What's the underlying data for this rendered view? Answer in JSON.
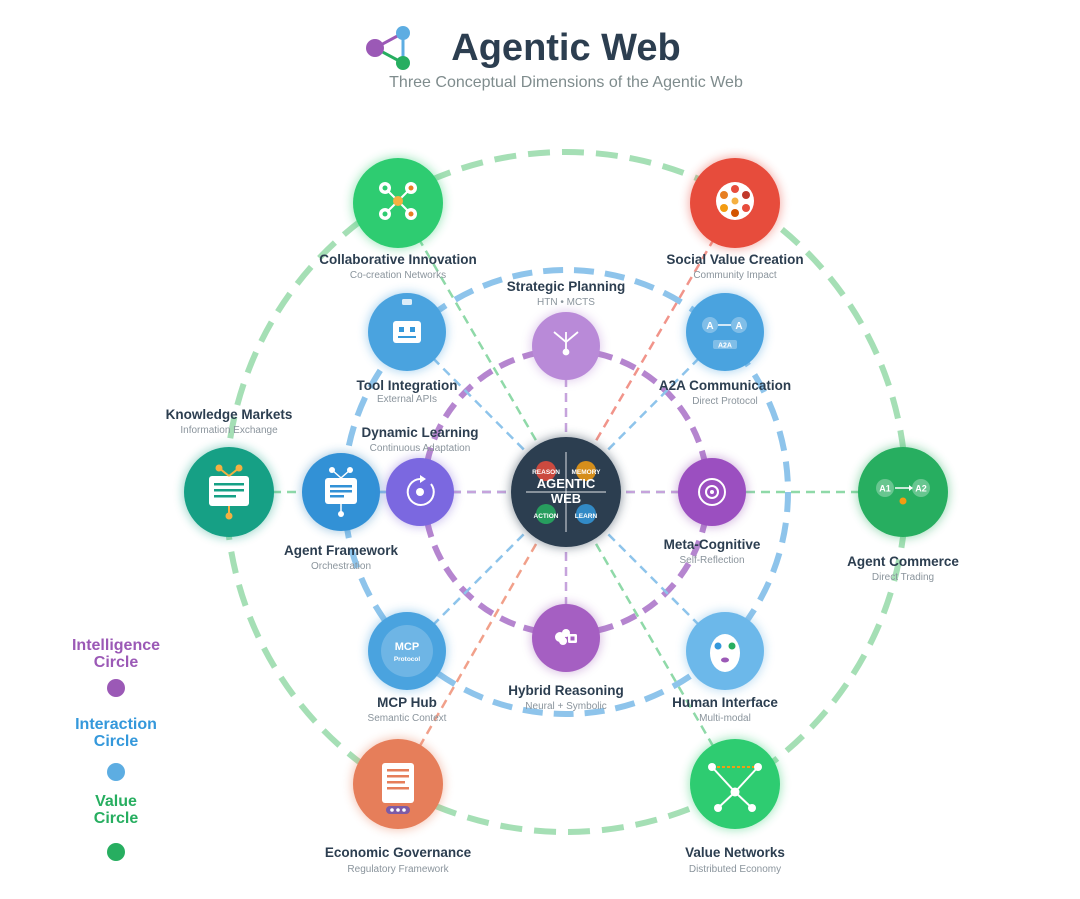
{
  "header": {
    "title": "Agentic Web",
    "subtitle": "Three Conceptual Dimensions of the Agentic Web"
  },
  "colors": {
    "intelligence": "#9b59b6",
    "interaction": "#5dade2",
    "value": "#27ae60",
    "dark": "#2c3e50"
  },
  "hub": {
    "line1": "AGENTIC",
    "line2": "WEB",
    "quadrants": [
      "REASON",
      "MEMORY",
      "ACTION",
      "LEARN"
    ]
  },
  "nodes": {
    "collab": {
      "label": "Collaborative Innovation",
      "sub": "Co-creation Networks",
      "icon": "network-people-icon"
    },
    "social": {
      "label": "Social Value Creation",
      "sub": "Community Impact",
      "icon": "community-icon"
    },
    "knowledge": {
      "label": "Knowledge Markets",
      "sub": "Information Exchange",
      "icon": "document-network-icon"
    },
    "commerce": {
      "label": "Agent Commerce",
      "sub": "Direct Trading",
      "icon": "agent-exchange-icon",
      "left": "A1",
      "right": "A2"
    },
    "governance": {
      "label": "Economic Governance",
      "sub": "Regulatory Framework",
      "icon": "document-icon"
    },
    "valuenet": {
      "label": "Value Networks",
      "sub": "Distributed Economy",
      "icon": "network-graph-icon"
    },
    "tool": {
      "label": "Tool Integration",
      "sub": "External APIs",
      "icon": "robot-tool-icon"
    },
    "a2a": {
      "label": "A2A Communication",
      "sub": "Direct Protocol",
      "icon": "a2a-icon",
      "a": "A",
      "b": "A",
      "tag": "A2A"
    },
    "framework": {
      "label": "Agent Framework",
      "sub": "Orchestration",
      "icon": "framework-icon"
    },
    "mcp": {
      "label": "MCP Hub",
      "sub": "Semantic Context",
      "icon": "mcp-icon",
      "big": "MCP",
      "small": "Protocol"
    },
    "human": {
      "label": "Human Interface",
      "sub": "Multi-modal",
      "icon": "face-icon"
    },
    "planning": {
      "label": "Strategic Planning",
      "sub": "HTN  •  MCTS",
      "icon": "tree-icon"
    },
    "learning": {
      "label": "Dynamic Learning",
      "sub": "Continuous Adaptation",
      "icon": "cycle-icon"
    },
    "meta": {
      "label": "Meta-Cognitive",
      "sub": "Self-Reflection",
      "icon": "target-icon"
    },
    "hybrid": {
      "label": "Hybrid Reasoning",
      "sub": "Neural + Symbolic",
      "icon": "brain-icon"
    }
  },
  "legend": [
    {
      "line1": "Intelligence",
      "line2": "Circle",
      "color": "#9b59b6"
    },
    {
      "line1": "Interaction",
      "line2": "Circle",
      "color": "#5dade2"
    },
    {
      "line1": "Value",
      "line2": "Circle",
      "color": "#27ae60"
    }
  ]
}
